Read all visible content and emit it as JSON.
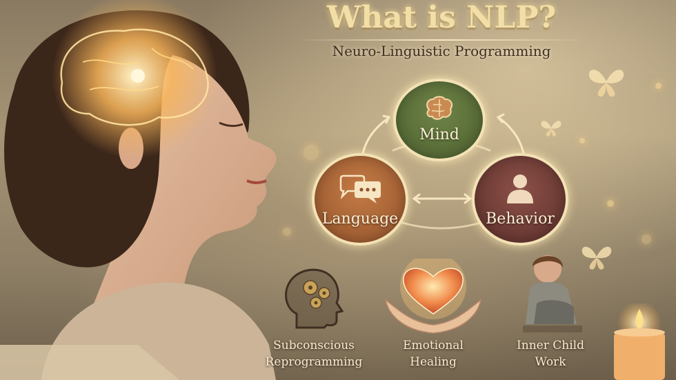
{
  "title": "What is NLP?",
  "subtitle": "Neuro-Linguistic Programming",
  "cycle": {
    "mind": {
      "label": "Mind",
      "icon": "brain-icon"
    },
    "language": {
      "label": "Language",
      "icon": "speech-bubbles-icon"
    },
    "behavior": {
      "label": "Behavior",
      "icon": "person-icon"
    }
  },
  "features": [
    {
      "line1": "Subconscious",
      "line2": "Reprogramming",
      "icon": "head-gears-icon"
    },
    {
      "line1": "Emotional",
      "line2": "Healing",
      "icon": "heart-hands-icon"
    },
    {
      "line1": "Inner Child",
      "line2": "Work",
      "icon": "child-icon"
    }
  ],
  "colors": {
    "mind": "#5c7139",
    "language": "#ad6838",
    "behavior": "#743f38",
    "title": "#f2dfa8"
  }
}
